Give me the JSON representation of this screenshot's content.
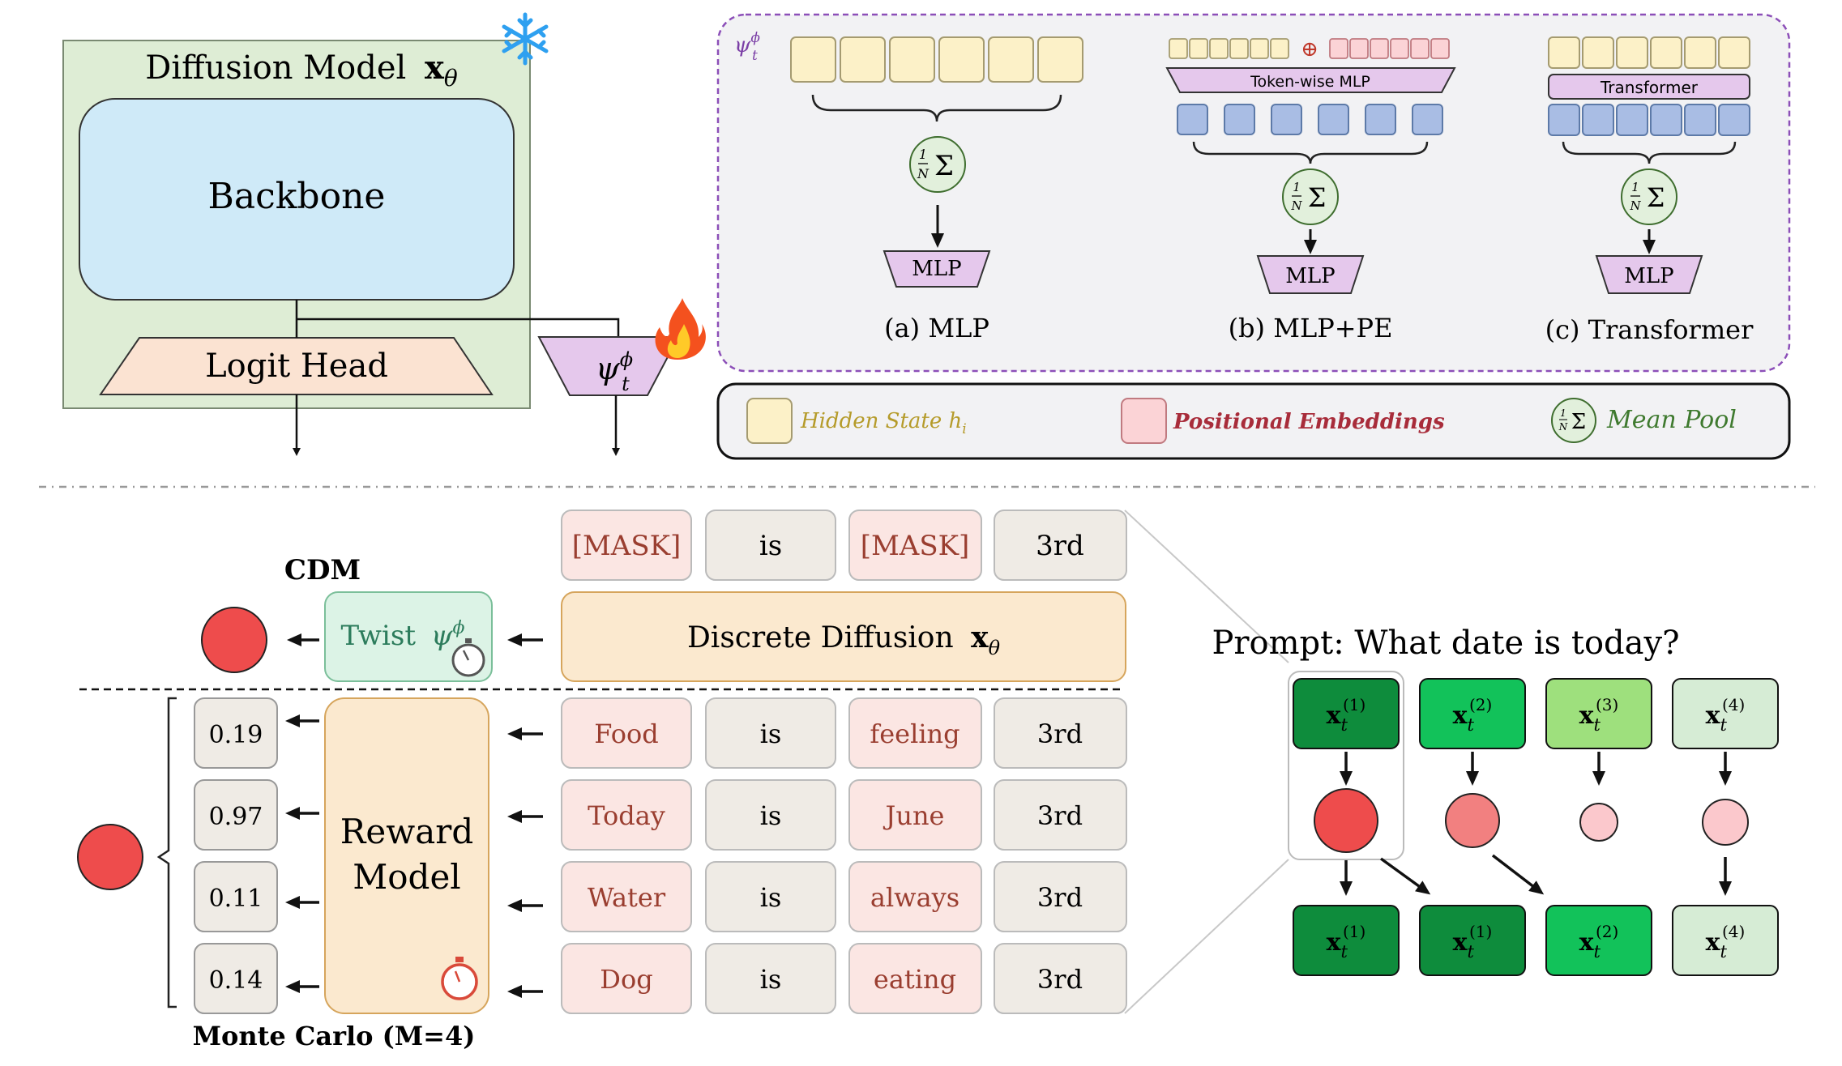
{
  "top_left": {
    "model_title": "Diffusion Model",
    "model_symbol": "x",
    "model_sub": "θ",
    "backbone": "Backbone",
    "logit_head": "Logit Head",
    "psi": "ψ",
    "psi_sup": "ϕ",
    "psi_sub": "t"
  },
  "variants": {
    "panel_symbol": "ψ",
    "panel_sup": "ϕ",
    "panel_sub": "t",
    "mean_sym": "Σ",
    "frac_num": "1",
    "frac_den": "N",
    "a": {
      "caption": "(a) MLP",
      "head": "MLP"
    },
    "b": {
      "caption": "(b) MLP+PE",
      "head": "MLP",
      "bar": "Token-wise MLP",
      "plus": "⊕"
    },
    "c": {
      "caption": "(c) Transformer",
      "head": "MLP",
      "bar": "Transformer"
    }
  },
  "legend": {
    "hidden_state": "Hidden State h",
    "hidden_sub": "i",
    "positional": "Positional Embeddings",
    "mean_pool": "Mean Pool"
  },
  "cdm": {
    "label": "CDM",
    "twist": "Twist",
    "twist_sym": "ψ",
    "twist_sup": "ϕ",
    "diffusion": "Discrete Diffusion",
    "diffusion_sym": "x",
    "diffusion_sub": "θ",
    "tokens": [
      "[MASK]",
      "is",
      "[MASK]",
      "3rd"
    ]
  },
  "monte_carlo": {
    "label": "Monte Carlo (M=4)",
    "reward_line1": "Reward",
    "reward_line2": "Model",
    "scores": [
      "0.19",
      "0.97",
      "0.11",
      "0.14"
    ],
    "rows": [
      [
        "Food",
        "is",
        "feeling",
        "3rd"
      ],
      [
        "Today",
        "is",
        "June",
        "3rd"
      ],
      [
        "Water",
        "is",
        "always",
        "3rd"
      ],
      [
        "Dog",
        "is",
        "eating",
        "3rd"
      ]
    ]
  },
  "resampling": {
    "prompt": "Prompt: What date is today?",
    "sym": "x",
    "sub": "t",
    "top_indices": [
      "(1)",
      "(2)",
      "(3)",
      "(4)"
    ],
    "bottom_indices": [
      "(1)",
      "(1)",
      "(2)",
      "(4)"
    ]
  },
  "colors": {
    "model_bg": "#deedd5",
    "backbone": "#cfeaf8",
    "logit": "#fbe3d2",
    "psi": "#e5c8ec",
    "hidden": "#fcf1c8",
    "pos": "#fbd3d6",
    "token_bg": "#efebe5",
    "red_circle": "#ee4c4c",
    "green1": "#0e8c3c",
    "green2": "#12c25a",
    "green3": "#9ee07d",
    "green4": "#d6ecd5"
  }
}
